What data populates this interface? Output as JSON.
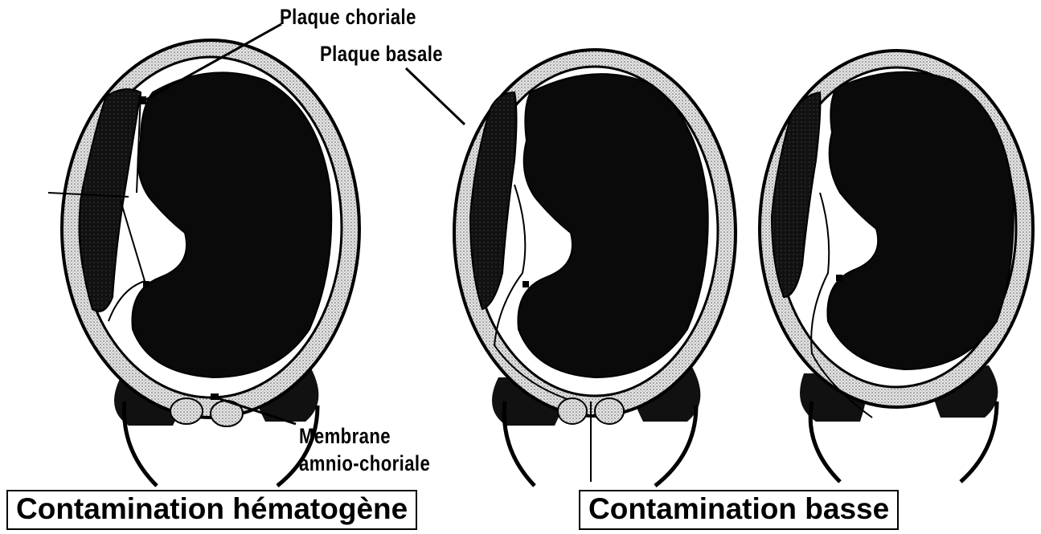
{
  "labels": {
    "plaque_choriale": "Plaque choriale",
    "plaque_basale": "Plaque basale",
    "membrane_line1": "Membrane",
    "membrane_line2": "amnio-choriale"
  },
  "captions": {
    "left": "Contamination hématogène",
    "right": "Contamination basse"
  },
  "colors": {
    "ink": "#000000",
    "wall_fill": "#d9d9d9",
    "placenta_fill": "#141414",
    "fetus_fill": "#0a0a0a",
    "background": "#ffffff"
  }
}
